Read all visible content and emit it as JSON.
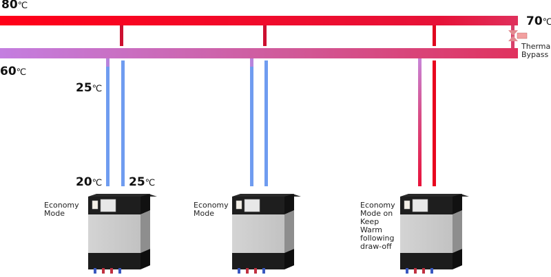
{
  "temperatures": {
    "flow_main": "80",
    "flow_end": "70",
    "return_main": "60",
    "unit1_return_top": "25",
    "unit1_in": "20",
    "unit1_out": "25",
    "unit": "℃"
  },
  "bypass": {
    "label": "Thermal\nBypass"
  },
  "units": [
    {
      "mode": "Economy\nMode"
    },
    {
      "mode": "Economy\nMode"
    },
    {
      "mode": "Economy\nMode on\nKeep\nWarm\nfollowing\ndraw-off"
    }
  ],
  "colors": {
    "hot": "#e8001c",
    "cold": "#6f9cf0",
    "return": "#c47ee0"
  }
}
